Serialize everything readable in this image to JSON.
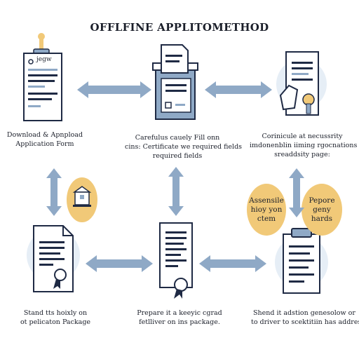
{
  "title": "OFFLFINE APPLITOMETHOD",
  "steps": [
    {
      "icon": "application-form-icon",
      "form_label": "jegw",
      "lines": [
        "Download & Apnpload",
        "Application Form"
      ]
    },
    {
      "icon": "printer-document-icon",
      "lines": [
        "Carefulus cauely Fill onn",
        "cins: Certificate we required fields",
        "required fields"
      ]
    },
    {
      "icon": "signed-certificate-icon",
      "lines": [
        "Corinicule at necussrity",
        "imdonenblin iiming rgocnations",
        "sreaddsity page:"
      ]
    },
    {
      "icon": "certificate-seal-icon",
      "lines": [
        "Stand tts hoixly on",
        "ot pelicaton Package"
      ]
    },
    {
      "icon": "document-seal-icon",
      "lines": [
        "Prepare it a keeyic cgrad",
        "fetlliver on ins package."
      ]
    },
    {
      "icon": "clipboard-document-icon",
      "lines": [
        "Shend it adstion genesolow or",
        "to driver to scektitiin has addresss"
      ]
    }
  ],
  "badges": [
    {
      "lines": [
        "Assensile",
        "hioy yon",
        "ctem"
      ]
    },
    {
      "lines": [
        "Pepore",
        "geny",
        "hards"
      ]
    }
  ],
  "colors": {
    "accent_blue": "#8fa9c6",
    "badge_yellow": "#f1c978",
    "circle_bg": "#e6eef6",
    "ink": "#1f2a44"
  }
}
